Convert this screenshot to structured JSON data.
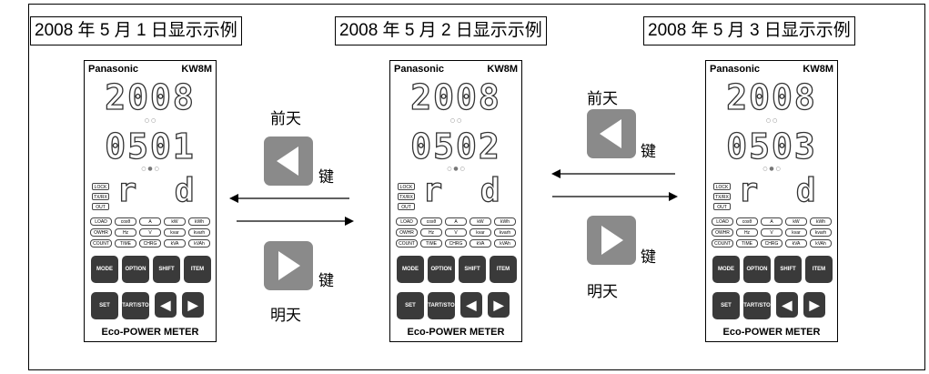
{
  "captions": [
    "2008 年 5 月 1 日显示示例",
    "2008 年 5 月 2 日显示示例",
    "2008 年 5 月 3 日显示示例"
  ],
  "meters": [
    {
      "brand": "Panasonic",
      "model": "KW8M",
      "line1": "2008",
      "line2": "0501",
      "line3": "r d"
    },
    {
      "brand": "Panasonic",
      "model": "KW8M",
      "line1": "2008",
      "line2": "0502",
      "line3": "r d"
    },
    {
      "brand": "Panasonic",
      "model": "KW8M",
      "line1": "2008",
      "line2": "0503",
      "line3": "r d"
    }
  ],
  "meter_common": {
    "indicators": [
      "LOCK",
      "TX/RX",
      "OUT"
    ],
    "unit_row1": [
      "LOAD",
      "cosθ",
      "A",
      "kW",
      "kWh"
    ],
    "unit_row2": [
      "OWHR",
      "Hz",
      "V",
      "kvar",
      "kvarh"
    ],
    "unit_row3": [
      "COUNT",
      "TIME",
      "CHRG",
      "kVA",
      "kVAh"
    ],
    "keys_row1": [
      "MODE",
      "OPTION",
      "SHIFT",
      "ITEM"
    ],
    "keys_row2": [
      "SET",
      "START/STOP",
      "◀",
      "▶"
    ],
    "footer": "Eco-POWER METER"
  },
  "left_group": {
    "prev_label": "前天",
    "next_label": "明天",
    "key_label_top": "键",
    "key_label_bottom": "键"
  },
  "right_group": {
    "prev_label": "前天",
    "next_label": "明天",
    "key_label_top": "键",
    "key_label_bottom": "键"
  },
  "colors": {
    "key_gray": "#8a8a8a",
    "key_dark": "#3a3a3a",
    "border": "#000000"
  }
}
